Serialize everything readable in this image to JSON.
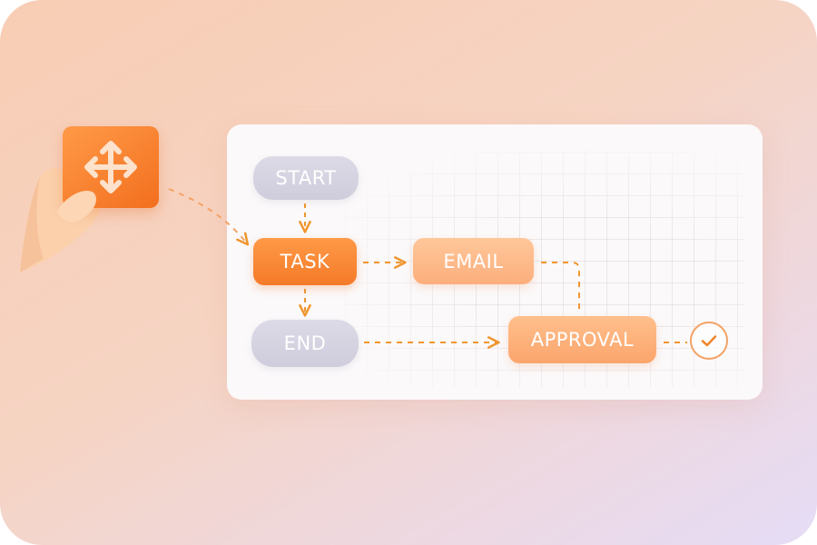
{
  "workflow": {
    "nodes": {
      "start": "START",
      "task": "TASK",
      "email": "EMAIL",
      "end": "END",
      "approval": "APPROVAL"
    },
    "completion_icon": "checkmark-icon",
    "drag_handle_icon": "move-arrows-icon"
  },
  "colors": {
    "accent": "#f47a28",
    "accent_light": "#fcae7c",
    "neutral_node": "#d4d2e0",
    "connector": "#f0962f"
  }
}
